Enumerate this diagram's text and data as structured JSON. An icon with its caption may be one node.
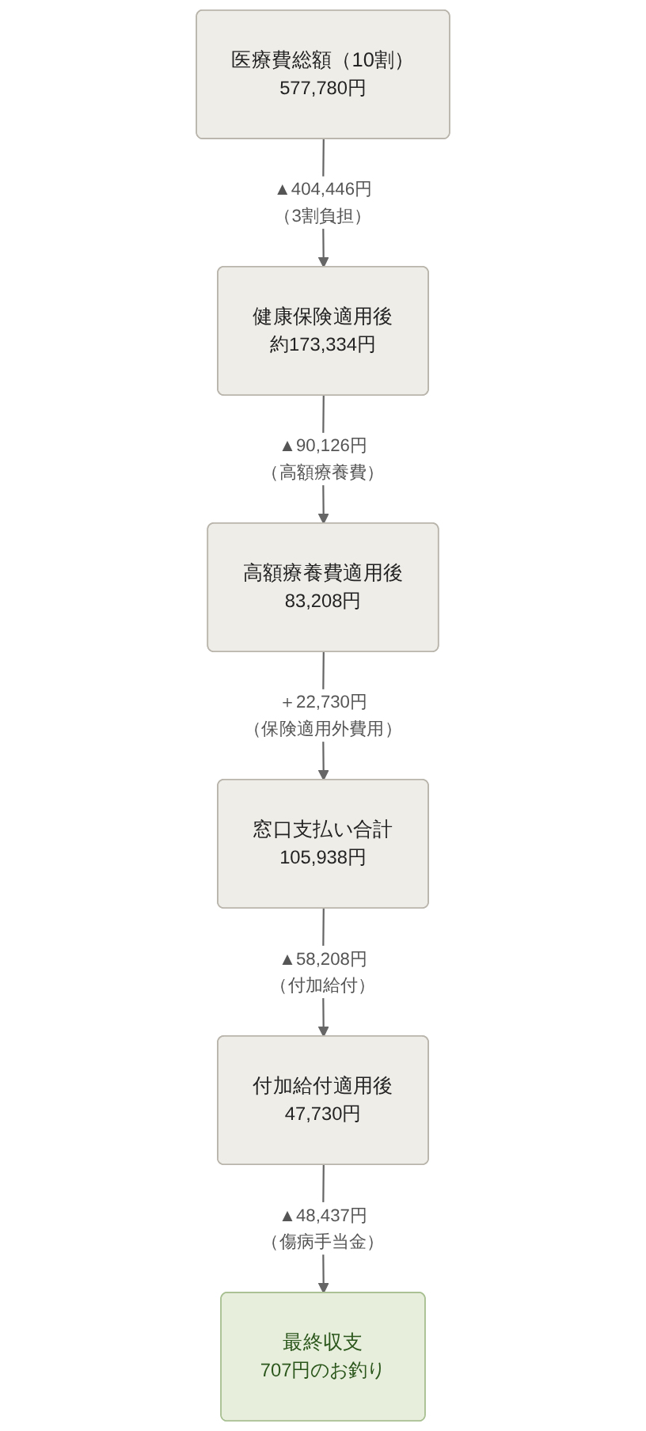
{
  "diagram": {
    "nodes": [
      {
        "text": [
          "医療費総額（10割）",
          "577,780円"
        ]
      },
      {
        "text": [
          "健康保険適用後",
          "約173,334円"
        ]
      },
      {
        "text": [
          "高額療養費適用後",
          "83,208円"
        ]
      },
      {
        "text": [
          "窓口支払い合計",
          "105,938円"
        ]
      },
      {
        "text": [
          "付加給付適用後",
          "47,730円"
        ]
      },
      {
        "text": [
          "最終収支",
          "707円のお釣り"
        ]
      }
    ],
    "edges": [
      {
        "from": 0,
        "to": 1,
        "arrow": "to",
        "label": "▲404,446円（3割負担）"
      },
      {
        "from": 1,
        "to": 2,
        "arrow": "to",
        "label": "▲90,126円（高額療養費）"
      },
      {
        "from": 2,
        "to": 3,
        "arrow": "to",
        "label": "＋22,730円（保険適用外費用）"
      },
      {
        "from": 3,
        "to": 4,
        "arrow": "to",
        "label": "▲58,208円（付加給付）"
      },
      {
        "from": 4,
        "to": 5,
        "arrow": "to",
        "label": "▲48,437円（傷病手当金）"
      }
    ]
  }
}
